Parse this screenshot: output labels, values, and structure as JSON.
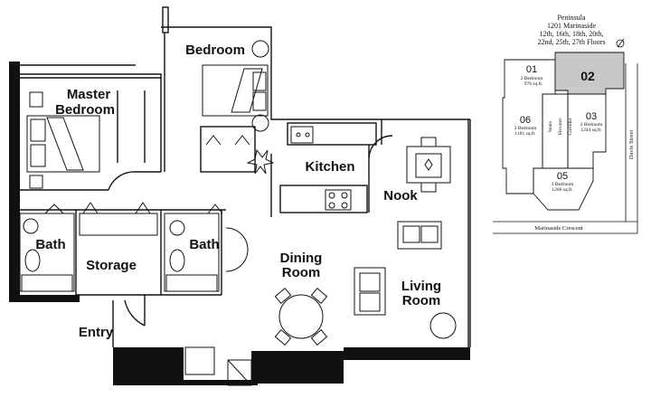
{
  "rooms": {
    "master_bedroom": [
      "Master",
      "Bedroom"
    ],
    "bedroom": "Bedroom",
    "kitchen": "Kitchen",
    "nook": "Nook",
    "bath_left": "Bath",
    "bath_right": "Bath",
    "storage": "Storage",
    "dining_room": [
      "Dining",
      "Room"
    ],
    "living_room": [
      "Living",
      "Room"
    ],
    "entry": "Entry"
  },
  "inset": {
    "header": [
      "Peninsula",
      "1201 Marinaside",
      "12th, 16th, 18th, 20th,",
      "22nd, 25th, 27th Floors"
    ],
    "units": [
      {
        "id": "01",
        "type": "2 Bedroom",
        "area": "976 sq.ft."
      },
      {
        "id": "02",
        "type": "",
        "area": "",
        "highlighted": true
      },
      {
        "id": "06",
        "type": "2 Bedroom",
        "area": "1181 sq.ft."
      },
      {
        "id": "03",
        "type": "2 Bedroom",
        "area": "1244 sq.ft."
      },
      {
        "id": "05",
        "type": "3 Bedroom",
        "area": "1266 sq.ft."
      }
    ],
    "core_labels": [
      "Stairs",
      "Elevator",
      "Corridor"
    ],
    "streets": {
      "south": "Marinaside Crescent",
      "east": "Davie Street"
    },
    "highlight_color": "#c8c8c8"
  }
}
